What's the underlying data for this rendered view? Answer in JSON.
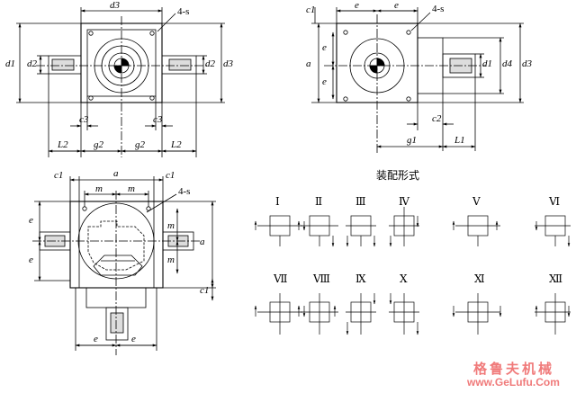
{
  "title_cn": "装配形式",
  "watermark": {
    "cn": "格鲁夫机械",
    "url": "www.GeLufu.Com"
  },
  "front_view": {
    "d3_top": "d3",
    "note": "4-s",
    "d1_left": "d1",
    "d2_left": "d2",
    "d2_right": "d2",
    "d3_right": "d3",
    "c3_left": "c3",
    "c3_right": "c3",
    "L2_left": "L2",
    "g2_left": "g2",
    "g2_right": "g2",
    "L2_right": "L2"
  },
  "side_view": {
    "c1": "c1",
    "e_top_left": "e",
    "e_top_right": "e",
    "note": "4-s",
    "a": "a",
    "e_left_1": "e",
    "e_left_2": "e",
    "d1": "d1",
    "d4": "d4",
    "d3": "d3",
    "c2": "c2",
    "g1": "g1",
    "L1": "L1"
  },
  "top_view": {
    "c1_left": "c1",
    "a": "a",
    "c1_right": "c1",
    "m_1": "m",
    "m_2": "m",
    "note": "4-s",
    "e_left_1": "e",
    "e_left_2": "e",
    "a_right": "a",
    "m_right_1": "m",
    "m_right_2": "m",
    "c1_bottom": "c1",
    "e_bottom_1": "e",
    "e_bottom_2": "e"
  },
  "assembly_forms": [
    "Ⅰ",
    "Ⅱ",
    "Ⅲ",
    "Ⅳ",
    "Ⅴ",
    "Ⅵ",
    "Ⅶ",
    "Ⅷ",
    "Ⅸ",
    "Ⅹ",
    "Ⅺ",
    "Ⅻ"
  ]
}
